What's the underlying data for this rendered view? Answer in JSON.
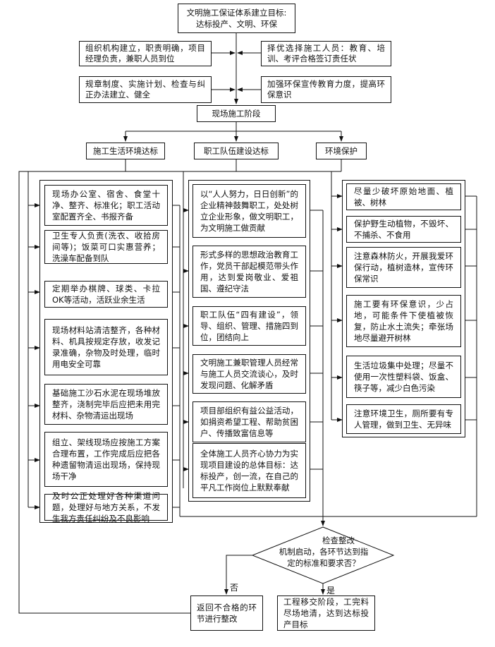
{
  "top": {
    "title": "文明施工保证体系建立",
    "goal": "目标:达标投产、文明、环保"
  },
  "pre_left": [
    "组织机构建立，职责明确，项目经理负责，兼职人员到位",
    "规章制度、实施计划、检查与纠正办法建立、健全"
  ],
  "pre_right": [
    "择优选择施工人员：教育、培训、考评合格签订责任状",
    "加强环保宣传教育力度，提高环保意识"
  ],
  "phase": "现场施工阶段",
  "columns": [
    "施工生活环境达标",
    "职工队伍建设达标",
    "环境保护"
  ],
  "left_items": [
    "现场办公室、宿舍、食堂十净、整齐、标准化；职工活动室配置齐全、书报齐备",
    "卫生专人负责(洗衣、收拾房间等)；饭菜可口实惠营养；洗澡车配备到队",
    "定期举办棋牌、球类、卡拉OK等活动，活跃业余生活",
    "现场材料站清洁整齐，各种材料、机具按规定存放，收发记录准确，杂物及时处理，临时用电安全可靠",
    "基础施工沙石水泥在现场堆放整齐，浇制完毕后应把未用完材料、杂物清运出现场",
    "组立、架线现场应按施工方案合理布置，工作完成后应把各种遗留物清运出现场，保持现场干净",
    "及时公正处理好各种渠道问题，处理好与地方关系，不发生我方责任纠纷及不良影响"
  ],
  "middle_items": [
    "以“人人努力，日日创新”的企业精神鼓舞职工，处处树立企业形象，做文明职工，为文明施工做贡献",
    "形式多样的思想政治教育工作，党员干部起模范带头作用，达到爱岗敬业、爱祖国、遵纪守法",
    "职工队伍“四有建设”，领导、组织、管理、措施四到位，团结向上",
    "文明施工兼职管理人员经常与施工人员交流谈心，及时发现问题、化解矛盾",
    "项目部组织有益公益活动，如捐资希望工程、帮助贫困户、传播致富信息等",
    "全体施工人员齐心协力为实现项目建设的总体目标：达标投产，创一流，在自己的平凡工作岗位上默默奉献"
  ],
  "right_items": [
    "尽量少破坏原始地面、植被、树林",
    "保护野生动植物，不毁坏、不捕杀、不食用",
    "注意森林防火，开展我爱环保行动，植树造林，宣传环保常识",
    "施工要有环保意识，少占地，可能条件下使植被恢复，防止水土流失；牵张场地尽量避开树林",
    "生活垃圾集中处理；尽量不使用一次性塑料袋、饭盒、筷子等，减少白色污染",
    "注意环境卫生，厕所要有专人管理，做到卫生、无异味"
  ],
  "decision": {
    "line1": "检查整改",
    "line2": "机制启动，各环节达到指定的标准和要求否？"
  },
  "no_label": "否",
  "yes_label": "是",
  "no_box": "返回不合格的环节进行整改",
  "yes_box": "工程移交阶段，工完料尽场地清，达到达标投产目标"
}
